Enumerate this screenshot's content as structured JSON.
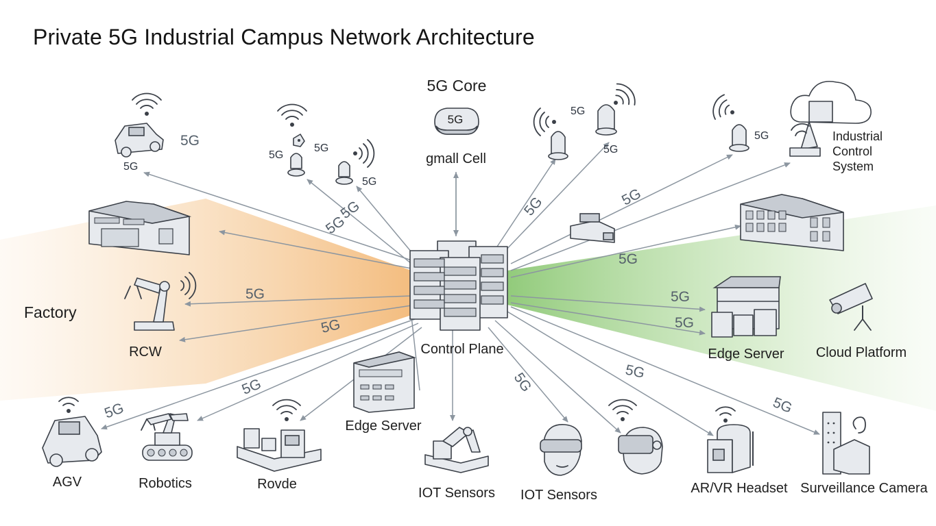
{
  "title": "Private 5G Industrial Campus Network Architecture",
  "zones": {
    "factory": "Factory"
  },
  "core": {
    "heading": "5G Core",
    "badge": "5G",
    "small_cell": "gmall Cell",
    "control_plane": "Control Plane"
  },
  "nodes": {
    "car": "5G",
    "sensor_pair_left": "5G",
    "sensor_pair_right": "5G",
    "sensor_small": "5G",
    "antenna_right_top": "5G",
    "antenna_right_bottom": "5G",
    "antenna_far_right": "5G",
    "industrial_control_system": [
      "Industrial",
      "Control",
      "System"
    ],
    "rcw": "RCW",
    "edge_server_right": "Edge Server",
    "cloud_platform": "Cloud Platform",
    "edge_server_center": "Edge Server",
    "agv": "AGV",
    "robotics": "Robotics",
    "rovde": "Rovde",
    "iot_sensors_1": "IOT Sensors",
    "iot_sensors_2": "IOT Sensors",
    "ar_vr_headset": "AR/VR Headset",
    "surveillance_camera": "Surveillance Camera"
  },
  "link_label": "5G",
  "colors": {
    "factory_glow": "#f5c48a",
    "cloud_glow": "#9fd08c",
    "line": "#8c96a0",
    "icon_stroke": "#3b4048"
  }
}
